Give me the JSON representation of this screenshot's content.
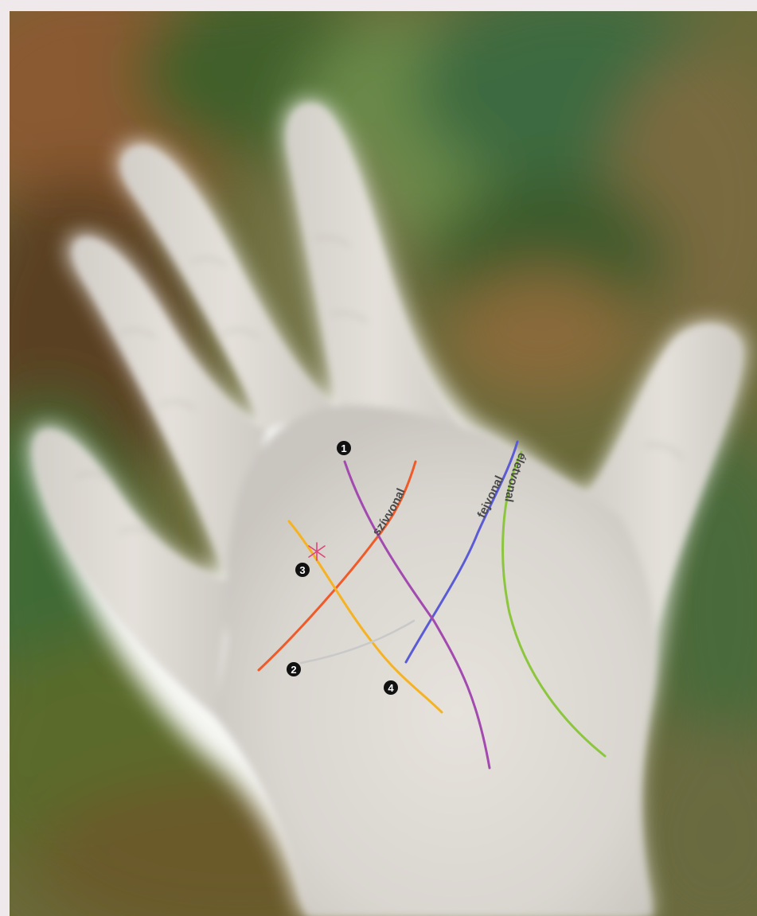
{
  "lines": {
    "heart": {
      "label": "szívvonal",
      "color": "#f05a28"
    },
    "head": {
      "label": "fejvonal",
      "color": "#5b5bd6"
    },
    "life": {
      "label": "életvonal",
      "color": "#8cc63f"
    },
    "fate": {
      "color": "#a24ab0"
    },
    "sun": {
      "color": "#f5b324"
    },
    "health": {
      "color": "#c9c9c9"
    }
  },
  "markers": [
    "1",
    "2",
    "3",
    "4"
  ]
}
